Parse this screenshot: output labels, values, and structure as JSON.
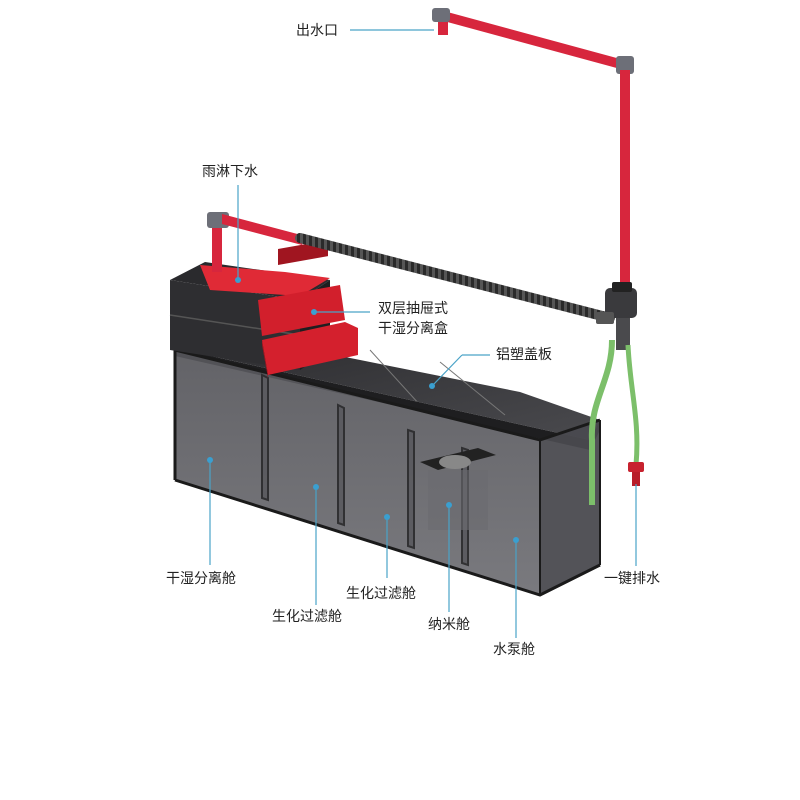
{
  "labels": {
    "outlet": "出水口",
    "rain_shower": "雨淋下水",
    "drawer_box_line1": "双层抽屉式",
    "drawer_box_line2": "干湿分离盒",
    "cover_plate": "铝塑盖板",
    "dry_wet_chamber": "干湿分离舱",
    "bio_filter_1": "生化过滤舱",
    "bio_filter_2": "生化过滤舱",
    "nano_chamber": "纳米舱",
    "pump_chamber": "水泵舱",
    "one_key_drain": "一键排水"
  },
  "colors": {
    "pipe_red": "#d7263d",
    "tank_glass": "#3c3c40",
    "leader_line": "#4aa3c8",
    "dot": "#3a9fd0",
    "green_hose": "#7cbf6a",
    "black_hose": "#2a2a2a"
  }
}
